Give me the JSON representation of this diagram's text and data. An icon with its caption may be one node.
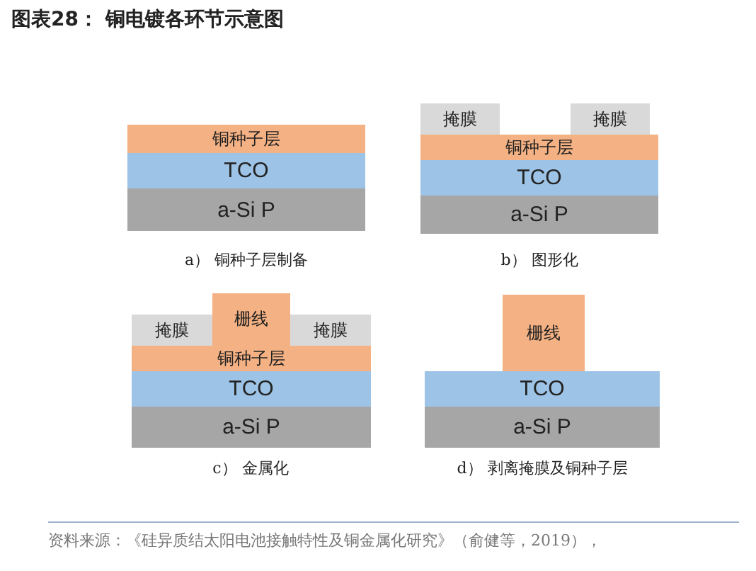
{
  "diagram": {
    "title": "图表28： 铜电镀各环节示意图",
    "caption": "资料来源：《硅异质结太阳电池接触特性及铜金属化研究》（俞健等，2019），",
    "nodes": [
      {
        "text": [
          "铜种子层"
        ]
      },
      {
        "text": [
          "TCO"
        ]
      },
      {
        "text": [
          "a-Si P"
        ]
      },
      {
        "text": [
          "掩膜"
        ]
      },
      {
        "text": [
          "掩膜"
        ]
      },
      {
        "text": [
          "铜种子层"
        ]
      },
      {
        "text": [
          "TCO"
        ]
      },
      {
        "text": [
          "a-Si P"
        ]
      },
      {
        "text": [
          "栅线"
        ]
      },
      {
        "text": [
          "掩膜"
        ]
      },
      {
        "text": [
          "掩膜"
        ]
      },
      {
        "text": [
          "铜种子层"
        ]
      },
      {
        "text": [
          "TCO"
        ]
      },
      {
        "text": [
          "a-Si P"
        ]
      },
      {
        "text": [
          "栅线"
        ]
      },
      {
        "text": [
          "TCO"
        ]
      },
      {
        "text": [
          "a-Si P"
        ]
      }
    ],
    "labels": [
      "a） 铜种子层制备",
      "b） 图形化",
      "c） 金属化",
      "d） 剥离掩膜及铜种子层"
    ]
  }
}
